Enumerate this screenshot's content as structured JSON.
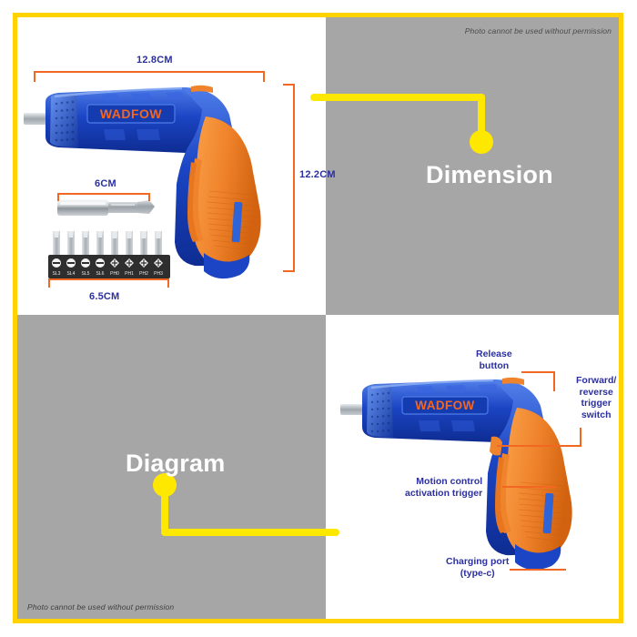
{
  "watermark": {
    "top": "Photo cannot be used without permission",
    "bottom": "Photo cannot be used without permission"
  },
  "sections": {
    "dimension": {
      "title": "Dimension"
    },
    "diagram": {
      "title": "Diagram"
    }
  },
  "dimensions": {
    "length": "12.8CM",
    "height": "12.2CM",
    "bit_holder": "6CM",
    "bit_set": "6.5CM"
  },
  "product": {
    "brand": "WADFOW"
  },
  "bits": [
    "SL3",
    "SL4",
    "SL5",
    "SL6",
    "PH0",
    "PH1",
    "PH2",
    "PH3"
  ],
  "callouts": {
    "release": "Release\nbutton",
    "forward": "Forward/\nreverse\ntrigger\nswitch",
    "motion": "Motion control\nactivation trigger",
    "charging": "Charging port\n(type-c)"
  },
  "colors": {
    "frame_yellow": "#FFD200",
    "connector_yellow": "#FFE800",
    "panel_gray": "#A6A6A6",
    "dimension_orange": "#F26722",
    "label_blue": "#2B2FA0",
    "body_blue": "#1B45C4",
    "body_orange": "#F0842C"
  }
}
